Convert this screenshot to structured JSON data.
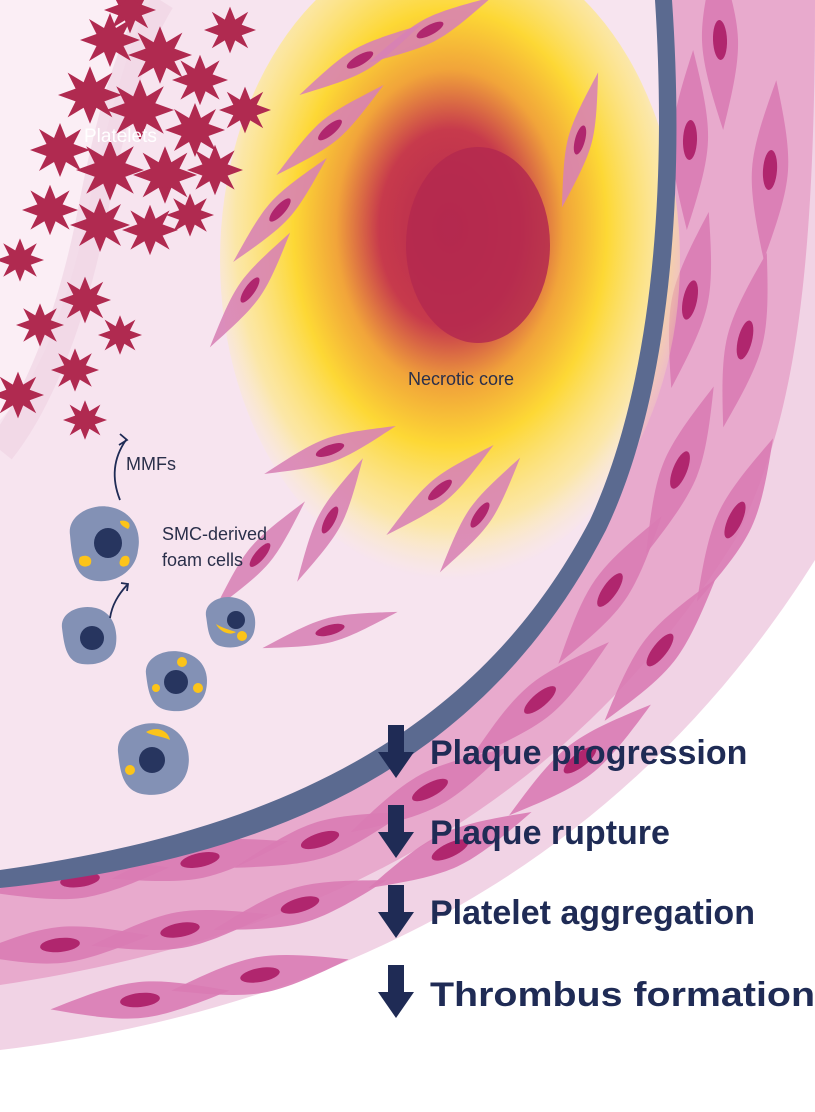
{
  "labels": {
    "platelets": "Platelets",
    "necrotic_core": "Necrotic core",
    "mmfs": "MMFs",
    "foam_cells_line1": "SMC-derived",
    "foam_cells_line2": "foam cells"
  },
  "outcomes": [
    "Plaque progression",
    "Plaque rupture",
    "Platelet aggregation",
    "Thrombus formation"
  ],
  "colors": {
    "outer_wall": "#f1d3e5",
    "media": "#e3a0c6",
    "intima": "#f7e6f0",
    "lumen": "#fbeef5",
    "elastic_lamina": "#5b6a90",
    "smc_body": "#d97bb4",
    "smc_nucleus": "#b0266e",
    "platelet": "#b02a50",
    "necrotic_yellow": "#fdd835",
    "necrotic_center": "#b4294f",
    "foam_cell_body": "#8391b5",
    "foam_cell_nucleus": "#27355f",
    "lipid_droplet": "#fcc419",
    "arrow": "#1f2b55",
    "label_text": "#2a2f4a"
  },
  "icons": {
    "down_arrow": "down-arrow-icon",
    "curved_arrow": "curved-arrow-icon"
  }
}
